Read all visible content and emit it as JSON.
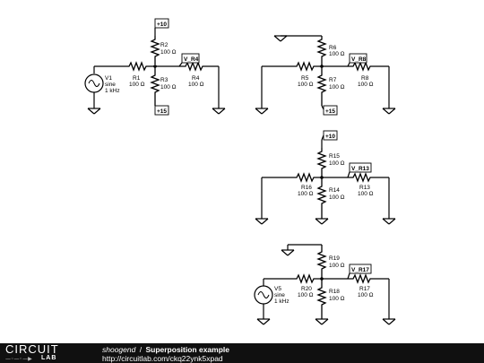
{
  "circuit": {
    "labels": {
      "p10_top": "+10",
      "p15_top": "+15",
      "p10_c3": "+10",
      "p15_c2": "+15",
      "v_r4": "V_R4",
      "v_r8": "V_R8",
      "v_r13": "V_R13",
      "v_r17": "V_R17",
      "r1": "R1",
      "r1v": "100 Ω",
      "r2": "R2",
      "r2v": "100 Ω",
      "r3": "R3",
      "r3v": "100 Ω",
      "r4": "R4",
      "r4v": "100 Ω",
      "r5": "R5",
      "r5v": "100 Ω",
      "r6": "R6",
      "r6v": "100 Ω",
      "r7": "R7",
      "r7v": "100 Ω",
      "r8": "R8",
      "r8v": "100 Ω",
      "r13": "R13",
      "r13v": "100 Ω",
      "r14": "R14",
      "r14v": "100 Ω",
      "r15": "R15",
      "r15v": "100 Ω",
      "r16": "R16",
      "r16v": "100 Ω",
      "r17": "R17",
      "r17v": "100 Ω",
      "r18": "R18",
      "r18v": "100 Ω",
      "r19": "R19",
      "r19v": "100 Ω",
      "r20": "R20",
      "r20v": "100 Ω",
      "v1_name": "V1",
      "v1_type": "sine",
      "v1_freq": "1 kHz",
      "v5_name": "V5",
      "v5_type": "sine",
      "v5_freq": "1 kHz"
    }
  },
  "footer": {
    "logo_top": "CIRCUIT",
    "logo_bottom": "LAB",
    "author": "shoogend",
    "separator": "/",
    "title": "Superposition example",
    "url": "http://circuitlab.com/ckq22ynk5xpad"
  }
}
